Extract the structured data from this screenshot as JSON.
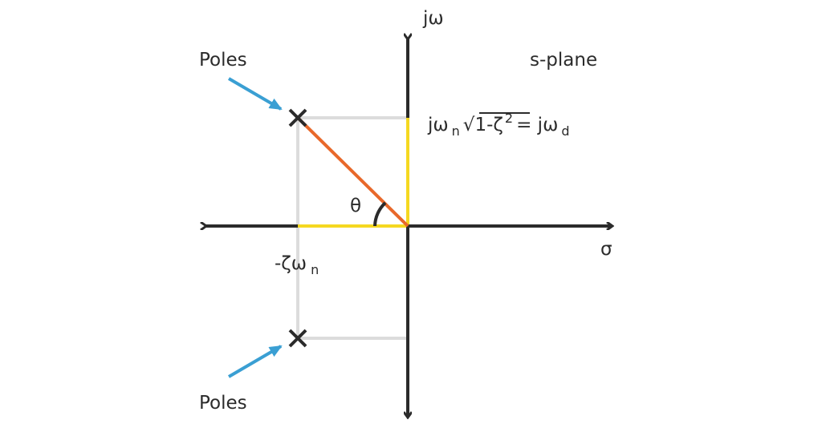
{
  "labels": {
    "pole_top": "Poles",
    "pole_bottom": "Poles",
    "imag_axis": "jω",
    "real_axis": "σ",
    "plane": "s-plane",
    "angle": "θ",
    "real_part": {
      "main": "-ζω",
      "sub": "n"
    },
    "imag_part": {
      "a": "jω",
      "a_sub": "n",
      "root": "√",
      "radicand": "1-ζ",
      "sup": "2",
      "eq": "= jω",
      "b_sub": "d"
    }
  },
  "colors": {
    "axis": "#2b2b2b",
    "hypotenuse": "#e8682a",
    "projection": "#f5d821",
    "guide": "#dcdcdc",
    "arrow": "#3a9fd3"
  }
}
